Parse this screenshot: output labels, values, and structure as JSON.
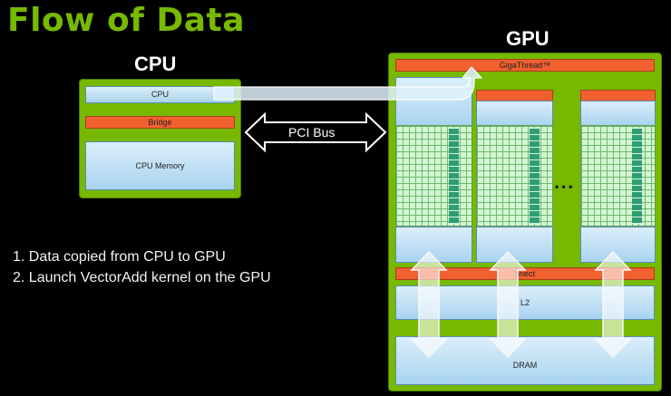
{
  "title": "Flow of Data",
  "cpu": {
    "heading": "CPU",
    "cpu_label": "CPU",
    "bridge_label": "Bridge",
    "memory_label": "CPU Memory"
  },
  "pci_bus_label": "PCI Bus",
  "gpu": {
    "heading": "GPU",
    "gigathread_label": "GigaThread™",
    "ellipsis": "• • •",
    "interconnect_label": "nnect",
    "l2_label": "L2",
    "dram_label": "DRAM"
  },
  "steps": [
    "1.  Data copied from CPU to GPU",
    "2.  Launch VectorAdd kernel on the GPU"
  ],
  "colors": {
    "accent_green": "#76b900",
    "orange": "#f2602f",
    "light_blue": "#a9d3f0"
  }
}
